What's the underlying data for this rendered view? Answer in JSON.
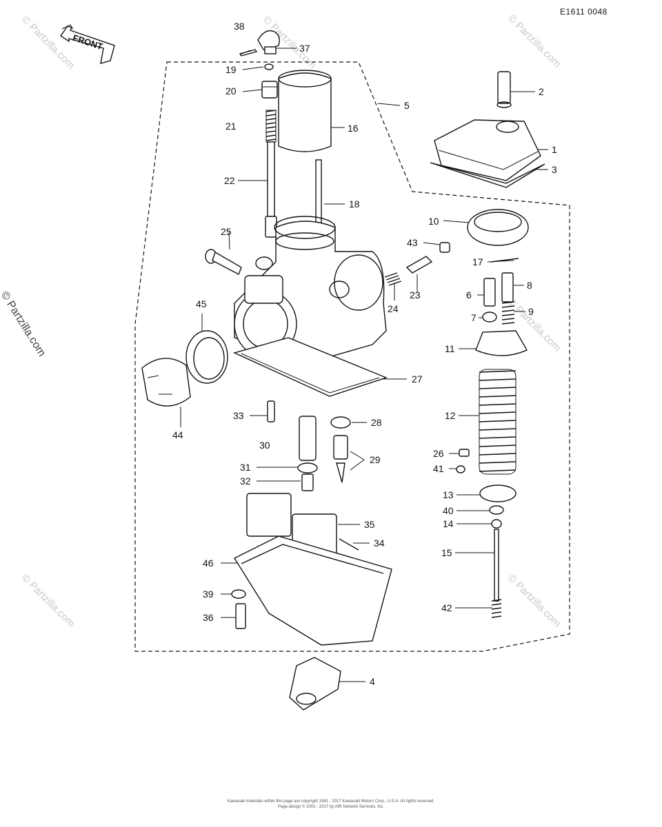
{
  "diagram_code": "E1611 0048",
  "front_label": "FRONT",
  "watermark": "© Partzilla.com",
  "footer": {
    "line1": "Kawasaki materials within this page are copyright 1981 - 2017 Kawasaki Motors Corp., U.S.A. All rights reserved.",
    "line2": "Page design © 2001 - 2017 by ARI Network Services, Inc."
  },
  "callouts": [
    "1",
    "2",
    "3",
    "4",
    "5",
    "6",
    "7",
    "8",
    "9",
    "10",
    "11",
    "12",
    "13",
    "14",
    "15",
    "16",
    "17",
    "18",
    "19",
    "20",
    "21",
    "22",
    "23",
    "24",
    "25",
    "26",
    "27",
    "28",
    "29",
    "30",
    "31",
    "32",
    "33",
    "34",
    "35",
    "36",
    "37",
    "38",
    "39",
    "40",
    "41",
    "42",
    "43",
    "44",
    "45",
    "46"
  ]
}
